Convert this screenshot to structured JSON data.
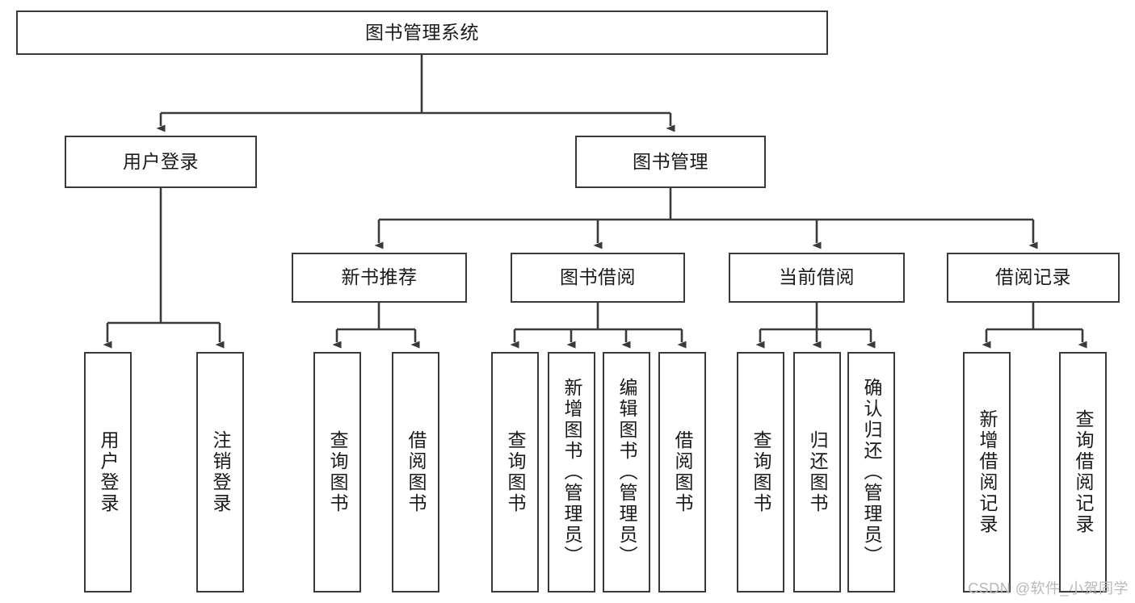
{
  "diagram": {
    "title": "图书管理系统",
    "watermark": "CSDN @软件_小贺同学",
    "colors": {
      "box_border": "#3a3a3a",
      "box_fill": "#ffffff",
      "connector": "#3a3a3a",
      "text": "#1a1a1a",
      "watermark": "#b9b9b9",
      "background": "#ffffff"
    }
  },
  "nodes": {
    "root": {
      "label": "图书管理系统"
    },
    "level2": [
      {
        "id": "user-login",
        "label": "用户登录"
      },
      {
        "id": "book-management",
        "label": "图书管理"
      }
    ],
    "level3": [
      {
        "id": "new-book-recommend",
        "label": "新书推荐"
      },
      {
        "id": "book-borrow",
        "label": "图书借阅"
      },
      {
        "id": "current-borrow",
        "label": "当前借阅"
      },
      {
        "id": "borrow-record",
        "label": "借阅记录"
      }
    ],
    "leaves": [
      {
        "id": "leaf-user-login",
        "label": "用户登录",
        "parent": "user-login"
      },
      {
        "id": "leaf-user-logout",
        "label": "注销登录",
        "parent": "user-login"
      },
      {
        "id": "leaf-query-book-1",
        "label": "查询图书",
        "parent": "new-book-recommend"
      },
      {
        "id": "leaf-borrow-book-1",
        "label": "借阅图书",
        "parent": "new-book-recommend"
      },
      {
        "id": "leaf-query-book-2",
        "label": "查询图书",
        "parent": "book-borrow"
      },
      {
        "id": "leaf-add-book",
        "label": "新增图书（管理员）",
        "parent": "book-borrow"
      },
      {
        "id": "leaf-edit-book",
        "label": "编辑图书（管理员）",
        "parent": "book-borrow"
      },
      {
        "id": "leaf-borrow-book-2",
        "label": "借阅图书",
        "parent": "book-borrow"
      },
      {
        "id": "leaf-query-book-3",
        "label": "查询图书",
        "parent": "current-borrow"
      },
      {
        "id": "leaf-return-book",
        "label": "归还图书",
        "parent": "current-borrow"
      },
      {
        "id": "leaf-confirm-return",
        "label": "确认归还（管理员）",
        "parent": "current-borrow"
      },
      {
        "id": "leaf-add-record",
        "label": "新增借阅记录",
        "parent": "borrow-record"
      },
      {
        "id": "leaf-query-record",
        "label": "查询借阅记录",
        "parent": "borrow-record"
      }
    ]
  }
}
